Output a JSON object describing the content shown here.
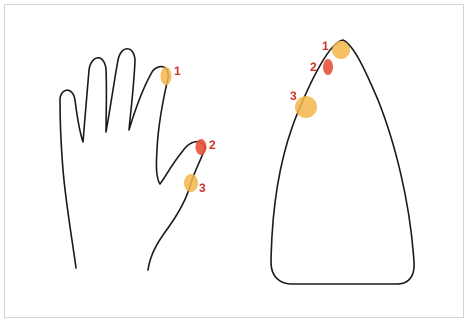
{
  "colors": {
    "frame_border": "#d4d4d4",
    "outline": "#1a1a1a",
    "contact_light": "#f5b54a",
    "contact_strong": "#e8533a",
    "label": "#cc3324"
  },
  "hand_diagram": {
    "points": [
      {
        "label": "1",
        "color_key": "contact_light"
      },
      {
        "label": "2",
        "color_key": "contact_strong"
      },
      {
        "label": "3",
        "color_key": "contact_light"
      }
    ]
  },
  "iron_diagram": {
    "points": [
      {
        "label": "1",
        "color_key": "contact_light"
      },
      {
        "label": "2",
        "color_key": "contact_strong"
      },
      {
        "label": "3",
        "color_key": "contact_light"
      }
    ]
  }
}
